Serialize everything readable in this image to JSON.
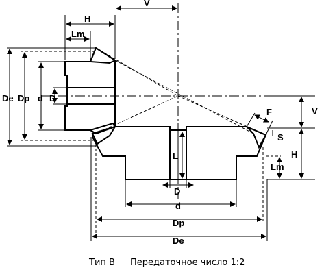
{
  "labels": {
    "De_left": "De",
    "Dp_left": "Dp",
    "d_left": "d",
    "D_left": "D",
    "H_top": "H",
    "Lm_top": "Lm",
    "V_top": "V",
    "V_right": "V",
    "F": "F",
    "S": "S",
    "H_right": "H",
    "Lm_right": "Lm",
    "L": "L",
    "D_bottom": "D",
    "d_bottom": "d",
    "Dp_bottom": "Dp",
    "De_bottom": "De"
  },
  "caption": {
    "type": "Тип В",
    "ratio": "Передаточное число 1:2"
  }
}
